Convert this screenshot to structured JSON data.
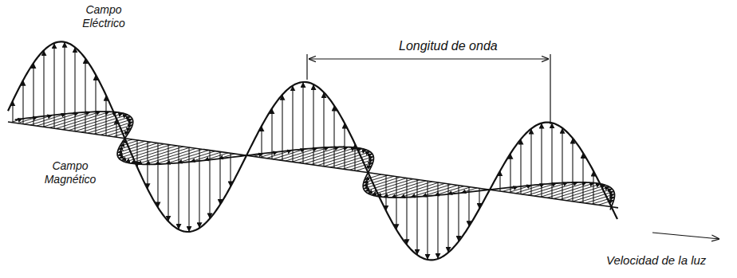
{
  "diagram": {
    "labels": [
      "Campo Eléctrico",
      "Campo Magnético",
      "Longitud de onda",
      "Velocidad de la luz"
    ]
  }
}
